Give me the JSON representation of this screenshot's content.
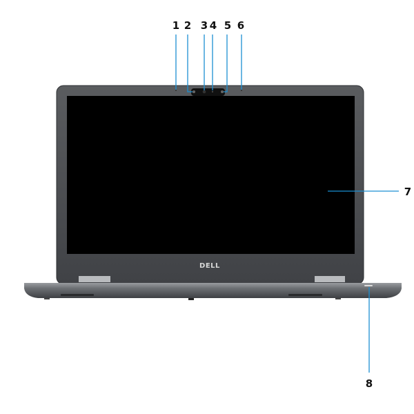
{
  "diagram": {
    "brand_logo": "DELL",
    "callouts": [
      {
        "number": "1"
      },
      {
        "number": "2"
      },
      {
        "number": "3"
      },
      {
        "number": "4"
      },
      {
        "number": "5"
      },
      {
        "number": "6"
      },
      {
        "number": "7"
      },
      {
        "number": "8"
      }
    ],
    "colors": {
      "leader_line": "#1b8fd2",
      "bezel": "#4a4c4f",
      "screen": "#000000",
      "base": "#6f7276"
    }
  }
}
